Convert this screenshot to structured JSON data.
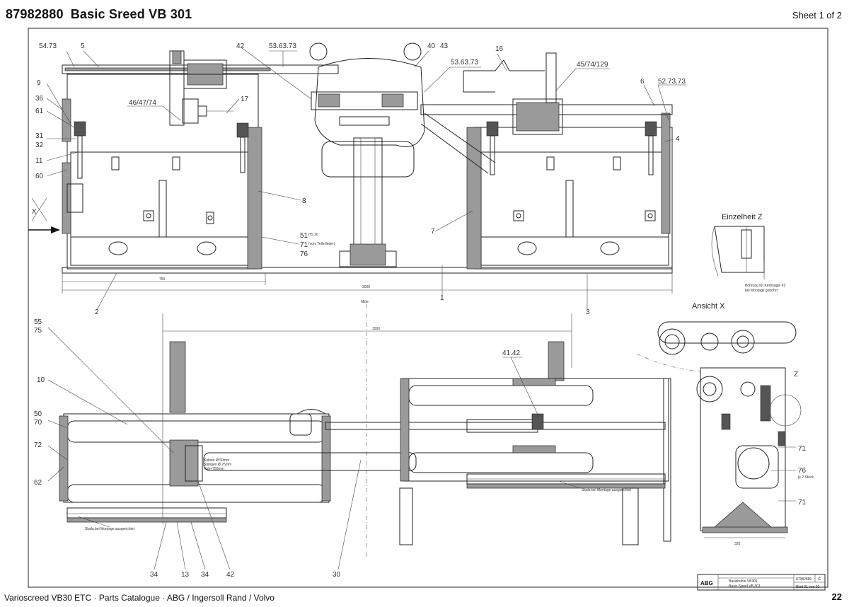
{
  "header": {
    "part_number": "87982880",
    "title": "Basic Sreed VB 301",
    "sheet": "Sheet 1 of 2"
  },
  "footer": {
    "catalogue": "Varioscreed VB30 ETC  ·  Parts Catalogue  ·  ABG / Ingersoll Rand / Volvo",
    "page": "22"
  },
  "callouts": {
    "c5473": "54.73",
    "c5": "5",
    "c42a": "42",
    "c536373a": "53.63.73",
    "c40": "40",
    "c43": "43",
    "c16": "16",
    "c536373b": "53.63.73",
    "c4574129": "45/74/129",
    "c6": "6",
    "c527373": "52.73.73",
    "c9": "9",
    "c36": "36",
    "c61": "61",
    "c31": "31",
    "c32": "32",
    "c11": "11",
    "c60": "60",
    "c464774": "46/47/74",
    "c17": "17",
    "c4": "4",
    "c8": "8",
    "c7": "7",
    "c1": "1",
    "c2": "2",
    "c3": "3",
    "c51": "51",
    "c71a": "71",
    "c76a": "76",
    "c55": "55",
    "c75": "75",
    "c10": "10",
    "c50": "50",
    "c70": "70",
    "c72": "72",
    "c62": "62",
    "c4142": "41.42",
    "c34a": "34",
    "c13": "13",
    "c34b": "34",
    "c42b": "42",
    "c30": "30",
    "c71b": "71",
    "c76b": "76",
    "c71c": "71",
    "cZ": "Z"
  },
  "dimensions": {
    "d750": "750",
    "d3000": "3000",
    "d1500": "1500",
    "d320": "320"
  },
  "notes": {
    "mitte": "Mitte",
    "einzelheit_z": "Einzelheit Z",
    "ansicht_x": "Ansicht X",
    "bohrung_line1": "Bohrung für Kerbnagel #3",
    "bohrung_line2": "bei Montage gebohrt.",
    "skala_left": "Skala bei Montage ausgerichtet",
    "skala_right": "Skala bei Montage ausgerichtet",
    "kolben_line1": "Kolben Ø 50mm",
    "kolben_line2": "Stangen Ø 25mm",
    "kolben_line3": "Hub=750mm",
    "hs_line1": "HS 20",
    "hs_line2": "(vom Teilerfeder)",
    "stueck": "je 2 Stück",
    "x_mark": "X"
  },
  "title_block": {
    "logo": "ABG",
    "desc1": "Basisbohle VB301",
    "desc2": "Basic Sreed VB 301",
    "number": "87982880",
    "rev": "G",
    "sheet": "Blatt 01 von 02"
  }
}
